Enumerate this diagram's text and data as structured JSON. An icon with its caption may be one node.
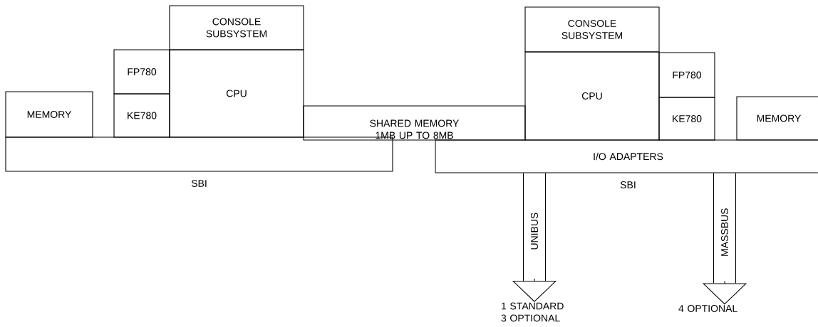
{
  "diagram": {
    "nodes": [
      {
        "text": [
          "MEMORY"
        ]
      },
      {
        "text": [
          "FP780"
        ]
      },
      {
        "text": [
          "KE780"
        ]
      },
      {
        "text": [
          "CONSOLE SUBSYSTEM"
        ]
      },
      {
        "text": [
          "CPU"
        ]
      },
      {
        "text": [
          "SHARED MEMORY 1MB UP TO 8MB"
        ]
      },
      {
        "text": [
          "SBI"
        ]
      },
      {
        "text": [
          "CONSOLE SUBSYSTEM"
        ]
      },
      {
        "text": [
          "CPU"
        ]
      },
      {
        "text": [
          "FP780"
        ]
      },
      {
        "text": [
          "KE780"
        ]
      },
      {
        "text": [
          "MEMORY"
        ]
      },
      {
        "text": [
          "I/O ADAPTERS",
          "SBI"
        ]
      },
      {
        "text": [
          "1 STANDARD 3 OPTIONAL"
        ]
      },
      {
        "text": [
          "4 OPTIONAL"
        ]
      }
    ],
    "edges": [
      {
        "from": 12,
        "to": 13,
        "arrow": "to",
        "label": "UNIBUS"
      },
      {
        "from": 12,
        "to": 14,
        "arrow": "to",
        "label": "MASSBUS"
      }
    ]
  }
}
